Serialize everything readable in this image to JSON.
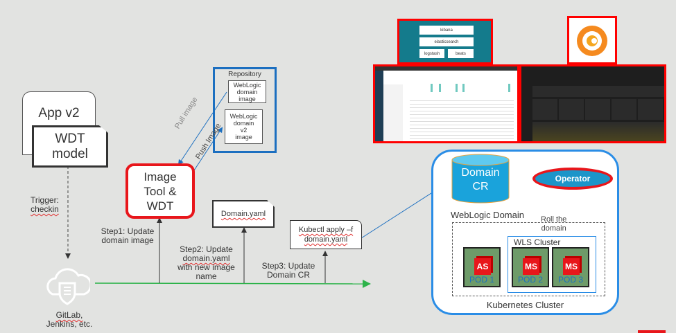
{
  "app_box": {
    "label": "App v2"
  },
  "wdt_model": {
    "label_line1": "WDT",
    "label_line2": "model"
  },
  "trigger": {
    "line1": "Trigger:",
    "line2": "checkin"
  },
  "ci": {
    "icon": "cloud-shield-icon",
    "line1": "GitLab,",
    "line2": "Jenkins, etc."
  },
  "image_tool": {
    "line1": "Image",
    "line2": "Tool &",
    "line3": "WDT"
  },
  "repository": {
    "title": "Repository",
    "image1": [
      "WebLogic",
      "domain",
      "image"
    ],
    "image2": [
      "WebLogic",
      "domain",
      "v2",
      "image"
    ]
  },
  "arrows": {
    "pull": "Pull image",
    "push": "Push Image"
  },
  "domain_yaml": {
    "label": "Domain.yaml"
  },
  "kubectl": {
    "line1": "Kubectl apply –f",
    "line2": "domain.yaml"
  },
  "steps": {
    "step1": [
      "Step1: Update",
      "domain image"
    ],
    "step2": [
      "Step2: Update",
      "domain.yaml",
      "with new image",
      "name"
    ],
    "step3": [
      "Step3: Update",
      "Domain CR"
    ]
  },
  "elk": {
    "items": [
      "kibana",
      "elasticsearch",
      "logstash",
      "beats"
    ]
  },
  "grafana": {
    "icon": "grafana-logo-icon"
  },
  "kubernetes": {
    "title": "Kubernetes  Cluster",
    "domain_cr": [
      "Domain",
      "CR"
    ],
    "operator": "Operator",
    "roll": [
      "Roll the",
      "domain"
    ],
    "weblogic_domain": "WebLogic Domain",
    "wls_cluster": "WLS Cluster",
    "pods": [
      {
        "server": "AS",
        "name": "POD 1"
      },
      {
        "server": "MS",
        "name": "POD 2"
      },
      {
        "server": "MS",
        "name": "POD 3"
      }
    ]
  },
  "colors": {
    "accent_red": "#e8161b",
    "blue": "#1c6fc0",
    "green_line": "#2db34a",
    "pod_green": "#6e9b69"
  }
}
